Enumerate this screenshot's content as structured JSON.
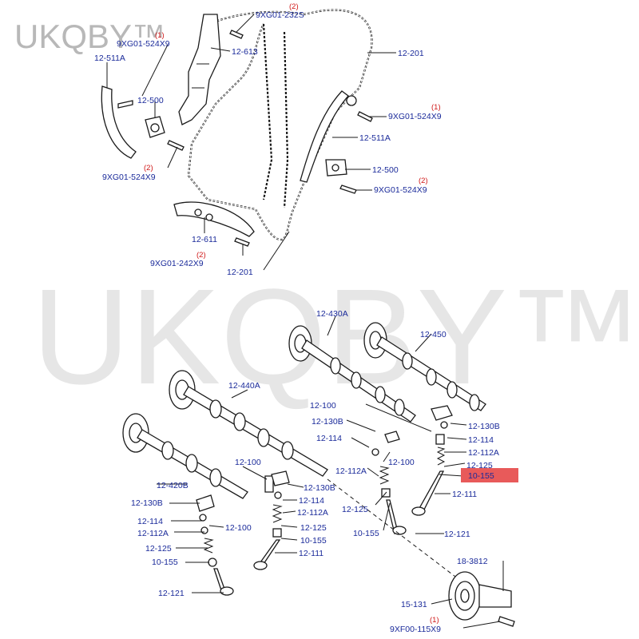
{
  "watermark": {
    "corner_text": "UKQBY™",
    "center_text": "UKQBY™"
  },
  "callouts": {
    "c_9XG01_232S": {
      "label": "9XG01-232S",
      "qty": "(2)"
    },
    "c_9XG01_524X9_a": {
      "label": "9XG01-524X9",
      "qty": "(1)"
    },
    "c_12_613": {
      "label": "12-613"
    },
    "c_12_201_top": {
      "label": "12-201"
    },
    "c_12_511A_left": {
      "label": "12-511A"
    },
    "c_12_500_left": {
      "label": "12-500"
    },
    "c_9XG01_524X9_b": {
      "label": "9XG01-524X9",
      "qty": "(1)"
    },
    "c_9XG01_524X9_c": {
      "label": "9XG01-524X9",
      "qty": "(2)"
    },
    "c_12_511A_right": {
      "label": "12-511A"
    },
    "c_12_500_right": {
      "label": "12-500"
    },
    "c_9XG01_524X9_d": {
      "label": "9XG01-524X9",
      "qty": "(2)"
    },
    "c_12_611": {
      "label": "12-611"
    },
    "c_9XG01_242X9": {
      "label": "9XG01-242X9",
      "qty": "(2)"
    },
    "c_12_201_bottom": {
      "label": "12-201"
    },
    "c_12_430A": {
      "label": "12-430A"
    },
    "c_12_450": {
      "label": "12-450"
    },
    "c_12_440A": {
      "label": "12-440A"
    },
    "c_12_100_a": {
      "label": "12-100"
    },
    "c_12_130B_a": {
      "label": "12-130B"
    },
    "c_12_130B_b": {
      "label": "12-130B"
    },
    "c_12_114_a": {
      "label": "12-114"
    },
    "c_12_114_b": {
      "label": "12-114"
    },
    "c_12_112A_a": {
      "label": "12-112A"
    },
    "c_12_100_b": {
      "label": "12-100"
    },
    "c_12_112A_b": {
      "label": "12-112A"
    },
    "c_12_125_a": {
      "label": "12-125"
    },
    "c_10_155_highlight": {
      "label": "10-155"
    },
    "c_12_100_c": {
      "label": "12-100"
    },
    "c_12_130B_c": {
      "label": "12-130B"
    },
    "c_12_111_a": {
      "label": "12-111"
    },
    "c_12_420B": {
      "label": "12-420B"
    },
    "c_12_114_c": {
      "label": "12-114"
    },
    "c_12_130B_d": {
      "label": "12-130B"
    },
    "c_12_112A_c": {
      "label": "12-112A"
    },
    "c_12_125_b": {
      "label": "12-125"
    },
    "c_12_114_d": {
      "label": "12-114"
    },
    "c_12_100_d": {
      "label": "12-100"
    },
    "c_12_112A_d": {
      "label": "12-112A"
    },
    "c_12_125_c": {
      "label": "12-125"
    },
    "c_10_155_a": {
      "label": "10-155"
    },
    "c_10_155_b": {
      "label": "10-155"
    },
    "c_12_121_a": {
      "label": "12-121"
    },
    "c_12_111_b": {
      "label": "12-111"
    },
    "c_12_125_d": {
      "label": "12-125"
    },
    "c_10_155_c": {
      "label": "10-155"
    },
    "c_12_121_b": {
      "label": "12-121"
    },
    "c_18_3812": {
      "label": "18-3812"
    },
    "c_15_131": {
      "label": "15-131"
    },
    "c_9XF00_115X9": {
      "label": "9XF00-115X9",
      "qty": "(1)"
    }
  },
  "colors": {
    "label_blue": "#1a2a9a",
    "qty_red": "#d01818",
    "highlight_box": "#e85a5a",
    "line_ink": "#1a1a1a",
    "watermark_gray": "#b8b8b8"
  }
}
